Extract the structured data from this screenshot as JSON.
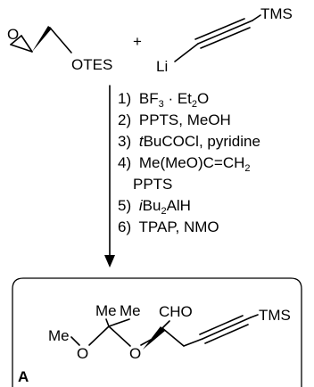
{
  "reactants": {
    "epoxide": {
      "O_label": "O",
      "protect_group": "OTES"
    },
    "plus": "+",
    "alkynyl_lithium": {
      "Li_label": "Li",
      "silyl": "TMS"
    }
  },
  "conditions": [
    {
      "num": "1)",
      "a": "BF",
      "sub1": "3",
      "b": " · Et",
      "sub2": "2",
      "c": "O"
    },
    {
      "num": "2)",
      "a": "PPTS, MeOH"
    },
    {
      "num": "3)",
      "italic": "t",
      "a": "BuCOCl, pyridine"
    },
    {
      "num": "4)",
      "a": "Me(MeO)C=CH",
      "sub1": "2"
    },
    {
      "num": "",
      "a": "PPTS"
    },
    {
      "num": "5)",
      "italic": "i",
      "a": "Bu",
      "sub1": "2",
      "b": "AlH"
    },
    {
      "num": "6)",
      "a": "TPAP, NMO"
    }
  ],
  "product": {
    "label": "A",
    "Me1": "Me",
    "Me2": "Me",
    "Me3": "Me",
    "O1": "O",
    "O2": "O",
    "aldehyde": "CHO",
    "silyl": "TMS"
  }
}
